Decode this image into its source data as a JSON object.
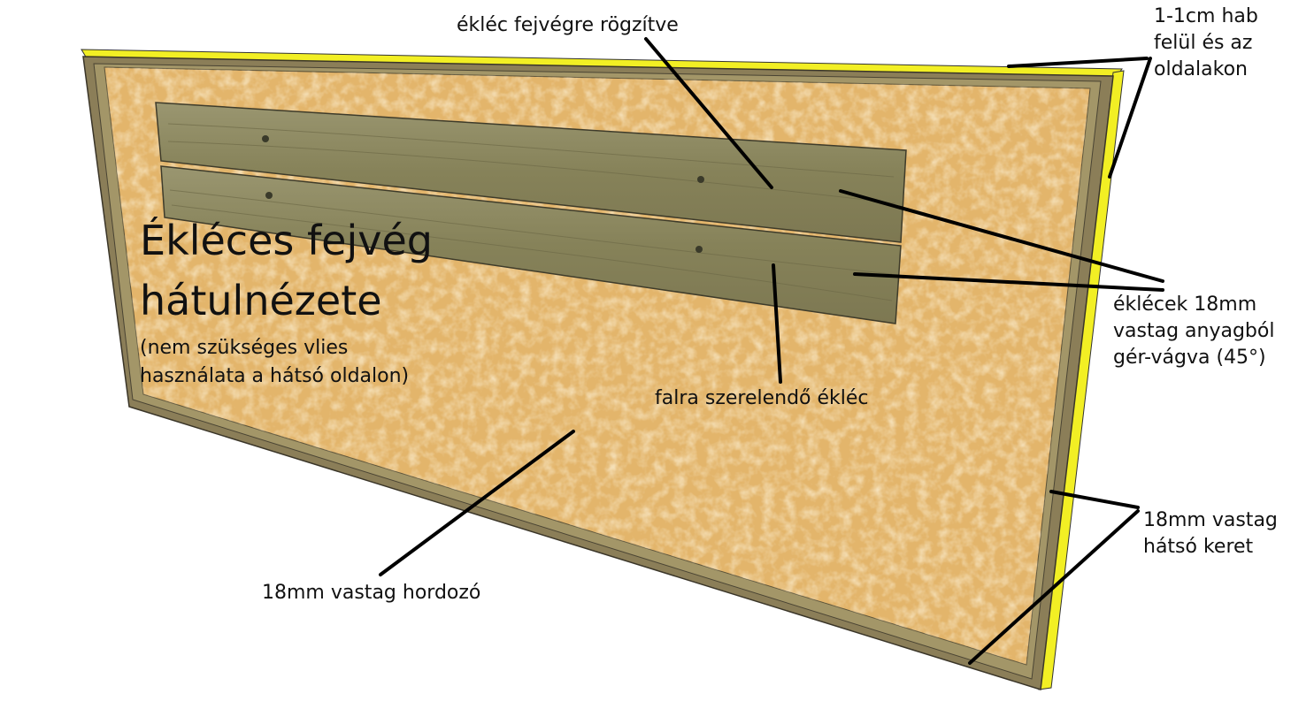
{
  "title": {
    "line1": "Ékléces fejvég",
    "line2": "hátulnézete"
  },
  "subtitle": {
    "line1": "(nem szükséges vlies",
    "line2": "használata a hátsó oldalon)"
  },
  "labels": {
    "top_cleat": "ékléc fejvégre rögzítve",
    "foam": [
      "1-1cm hab",
      "felül és az",
      "oldalakon"
    ],
    "cleats_material": [
      "éklécek 18mm",
      "vastag anyagból",
      "gér-vágva (45°)"
    ],
    "wall_cleat": "falra szerelendő ékléc",
    "back_frame": [
      "18mm vastag",
      "hátsó keret"
    ],
    "substrate": "18mm vastag hordozó"
  },
  "colors": {
    "board": "#e3b56b",
    "board_speckle": "#f3d7a0",
    "frame": "#8b7e58",
    "foam": "#f2ef24",
    "cleat": "#8c8a64",
    "leader": "#000000"
  }
}
